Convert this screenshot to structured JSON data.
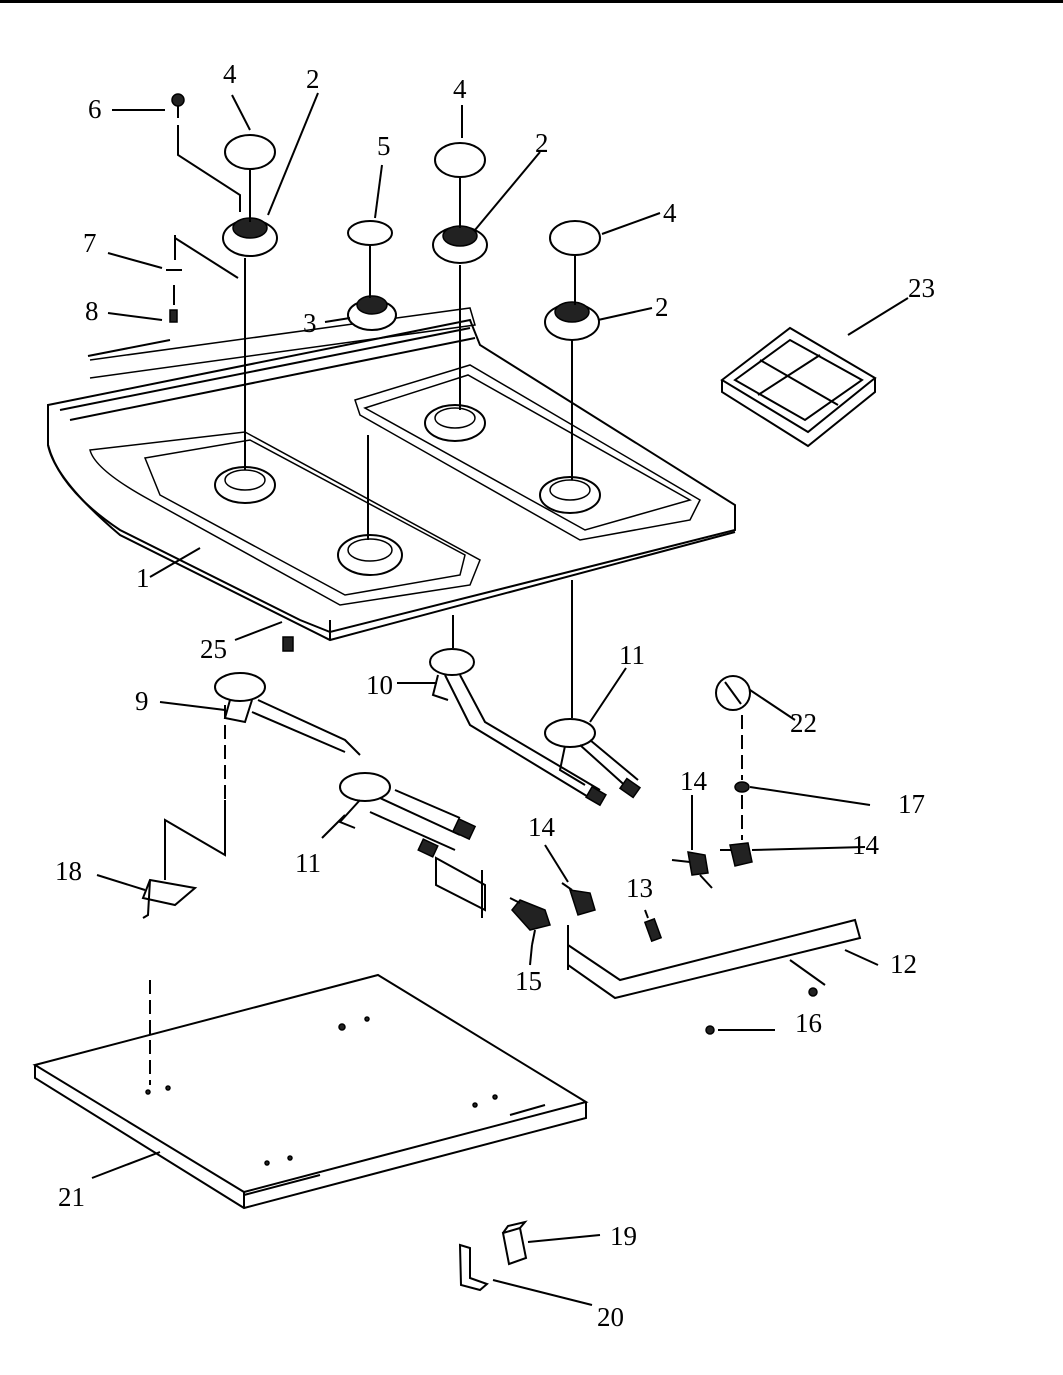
{
  "diagram": {
    "callouts": [
      "1",
      "2",
      "2",
      "2",
      "3",
      "4",
      "4",
      "4",
      "5",
      "6",
      "7",
      "8",
      "9",
      "10",
      "11",
      "11",
      "12",
      "13",
      "14",
      "14",
      "14",
      "15",
      "16",
      "17",
      "18",
      "19",
      "20",
      "21",
      "22",
      "23",
      "25"
    ]
  }
}
